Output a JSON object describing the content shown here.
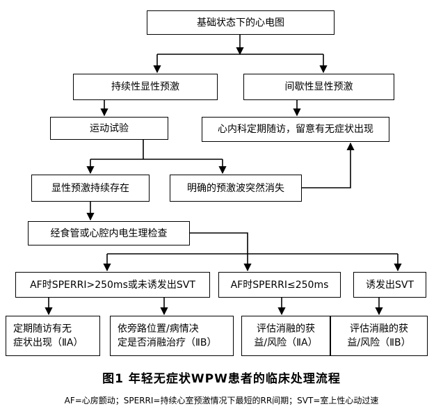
{
  "nodes": {
    "baseline_ecg": "基础状态下的心电图",
    "persistent_preexcitation": "持续性显性预激",
    "intermittent_preexcitation": "间歇性显性预激",
    "exercise_test": "运动试验",
    "cardiology_followup": "心内科定期随访，留意有无症状出现",
    "persists": "显性预激持续存在",
    "abrupt_loss": "明确的预激波突然消失",
    "ep_study": "经食管或心腔内电生理检查",
    "af_sperri_gt250": "AF时SPERRI>250ms或未诱发出SVT",
    "af_sperri_le250": "AF时SPERRI≤250ms",
    "induced_svt": "诱发出SVT",
    "regular_followup": "定期随访有无\n症状出现（ⅡA）",
    "pathway_location": "依旁路位置/病情决\n定是否消融治疗（ⅡB）",
    "assess_ablation_a": "评估消融的获\n益/风险（ⅡA）",
    "assess_ablation_b": "评估消融的获\n益/风险（ⅡB）"
  },
  "caption": "图1 年轻无症状WPW患者的临床处理流程",
  "footnote": "AF=心房颤动；SPERRI=持续心室预激情况下最短的RR间期；SVT=室上性心动过速"
}
